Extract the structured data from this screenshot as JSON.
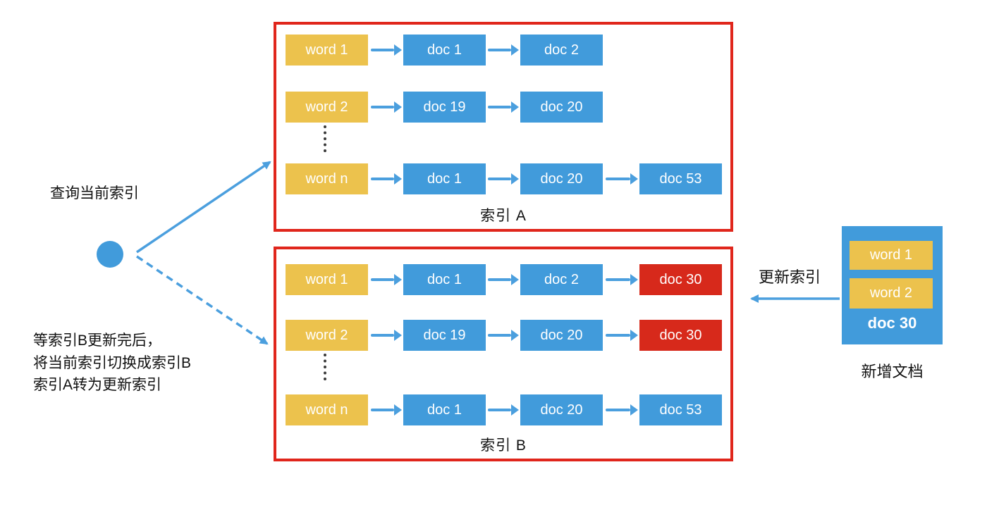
{
  "colors": {
    "yellow": "#ECC24D",
    "blue": "#419BDB",
    "red": "#D7291B",
    "border-red": "#E0261C",
    "arrow": "#4B9FDE",
    "ink": "#111111"
  },
  "annotations": {
    "query_label": "查询当前索引",
    "switch_note": [
      "等索引B更新完后，",
      "将当前索引切换成索引B",
      "索引A转为更新索引"
    ],
    "update_label": "更新索引"
  },
  "index_a": {
    "title": "索引 A",
    "rows": [
      {
        "nodes": [
          {
            "type": "word",
            "label": "word 1"
          },
          {
            "type": "doc",
            "label": "doc 1"
          },
          {
            "type": "doc",
            "label": "doc 2"
          }
        ]
      },
      {
        "nodes": [
          {
            "type": "word",
            "label": "word 2"
          },
          {
            "type": "doc",
            "label": "doc 19"
          },
          {
            "type": "doc",
            "label": "doc 20"
          }
        ]
      },
      {
        "nodes": [
          {
            "type": "word",
            "label": "word n"
          },
          {
            "type": "doc",
            "label": "doc 1"
          },
          {
            "type": "doc",
            "label": "doc 20"
          },
          {
            "type": "doc",
            "label": "doc 53"
          }
        ]
      }
    ]
  },
  "index_b": {
    "title": "索引 B",
    "rows": [
      {
        "nodes": [
          {
            "type": "word",
            "label": "word 1"
          },
          {
            "type": "doc",
            "label": "doc 1"
          },
          {
            "type": "doc",
            "label": "doc 2"
          },
          {
            "type": "doc-new",
            "label": "doc 30"
          }
        ]
      },
      {
        "nodes": [
          {
            "type": "word",
            "label": "word 2"
          },
          {
            "type": "doc",
            "label": "doc 19"
          },
          {
            "type": "doc",
            "label": "doc 20"
          },
          {
            "type": "doc-new",
            "label": "doc 30"
          }
        ]
      },
      {
        "nodes": [
          {
            "type": "word",
            "label": "word n"
          },
          {
            "type": "doc",
            "label": "doc 1"
          },
          {
            "type": "doc",
            "label": "doc 20"
          },
          {
            "type": "doc",
            "label": "doc 53"
          }
        ]
      }
    ]
  },
  "new_document": {
    "words": [
      "word 1",
      "word 2"
    ],
    "doc_label": "doc 30",
    "caption": "新增文档"
  }
}
